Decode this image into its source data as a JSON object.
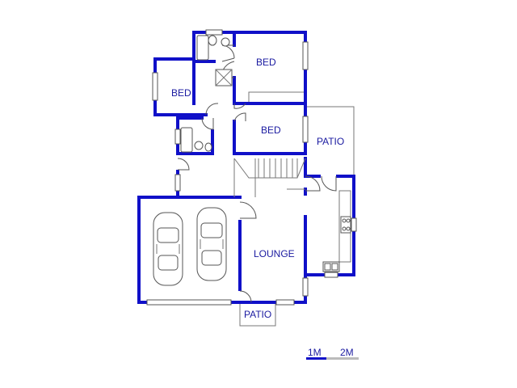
{
  "rooms": {
    "bed_top_right": "BED",
    "bed_left": "BED",
    "bed_middle": "BED",
    "patio_right": "PATIO",
    "lounge": "LOUNGE",
    "patio_bottom": "PATIO"
  },
  "scale_bar": {
    "label_1": "1M",
    "label_2": "2M"
  },
  "colors": {
    "wall": "#1010c8",
    "text": "#1a1aa0",
    "fixture": "#555555"
  }
}
